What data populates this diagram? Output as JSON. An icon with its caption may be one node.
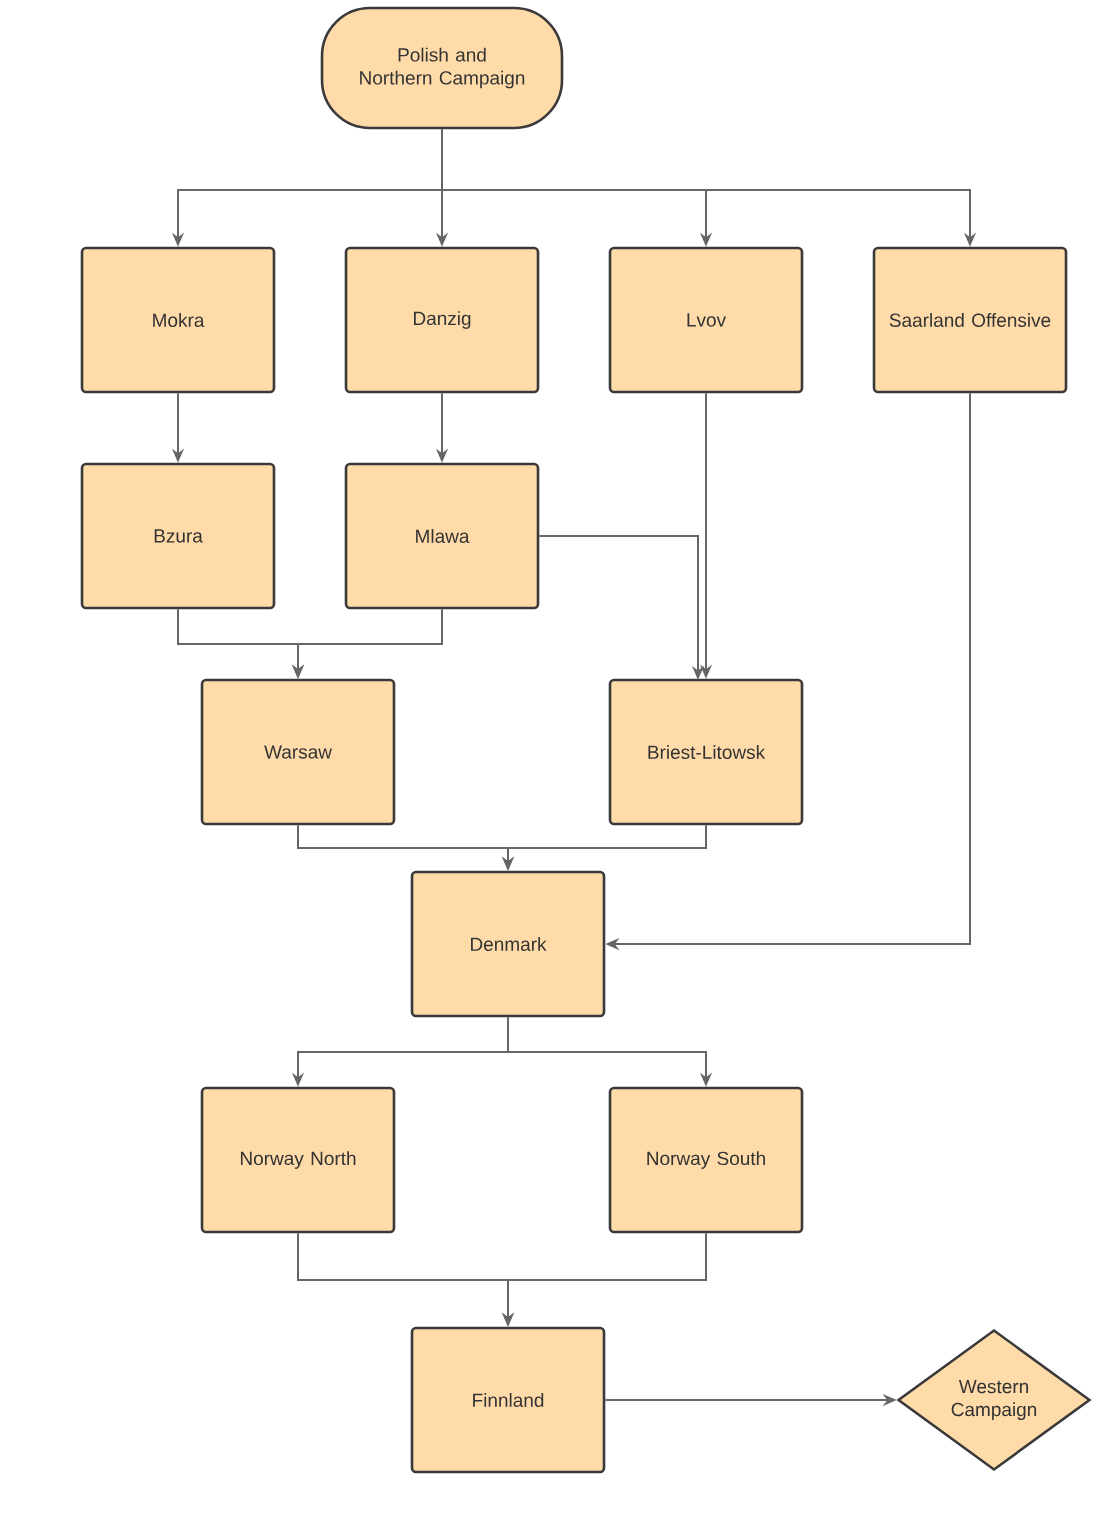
{
  "diagram": {
    "nodes": [
      {
        "text": [
          "Polish and Northern Campaign"
        ]
      },
      {
        "text": [
          "Mokra"
        ]
      },
      {
        "text": [
          "Danzig"
        ]
      },
      {
        "text": [
          "Lvov"
        ]
      },
      {
        "text": [
          "Saarland Offensive"
        ]
      },
      {
        "text": [
          "Bzura"
        ]
      },
      {
        "text": [
          "Mlawa"
        ]
      },
      {
        "text": [
          "Warsaw"
        ]
      },
      {
        "text": [
          "Briest-Litowsk"
        ]
      },
      {
        "text": [
          "Denmark"
        ]
      },
      {
        "text": [
          "Norway North"
        ]
      },
      {
        "text": [
          "Norway South"
        ]
      },
      {
        "text": [
          "Finnland"
        ]
      },
      {
        "text": [
          "Western Campaign"
        ]
      }
    ],
    "edges": [
      {
        "from": 0,
        "to": 1,
        "arrow": "to"
      },
      {
        "from": 0,
        "to": 2,
        "arrow": "to"
      },
      {
        "from": 0,
        "to": 3,
        "arrow": "to"
      },
      {
        "from": 0,
        "to": 4,
        "arrow": "to"
      },
      {
        "from": 1,
        "to": 5,
        "arrow": "to"
      },
      {
        "from": 2,
        "to": 6,
        "arrow": "to"
      },
      {
        "from": 5,
        "to": 7,
        "arrow": "to"
      },
      {
        "from": 6,
        "to": 7,
        "arrow": "to"
      },
      {
        "from": 3,
        "to": 8,
        "arrow": "to"
      },
      {
        "from": 6,
        "to": 8,
        "arrow": "to"
      },
      {
        "from": 7,
        "to": 9,
        "arrow": "to"
      },
      {
        "from": 8,
        "to": 9,
        "arrow": "to"
      },
      {
        "from": 4,
        "to": 9,
        "arrow": "to"
      },
      {
        "from": 9,
        "to": 10,
        "arrow": "to"
      },
      {
        "from": 9,
        "to": 11,
        "arrow": "to"
      },
      {
        "from": 10,
        "to": 12,
        "arrow": "to"
      },
      {
        "from": 11,
        "to": 12,
        "arrow": "to"
      },
      {
        "from": 12,
        "to": 13,
        "arrow": "to"
      }
    ]
  }
}
